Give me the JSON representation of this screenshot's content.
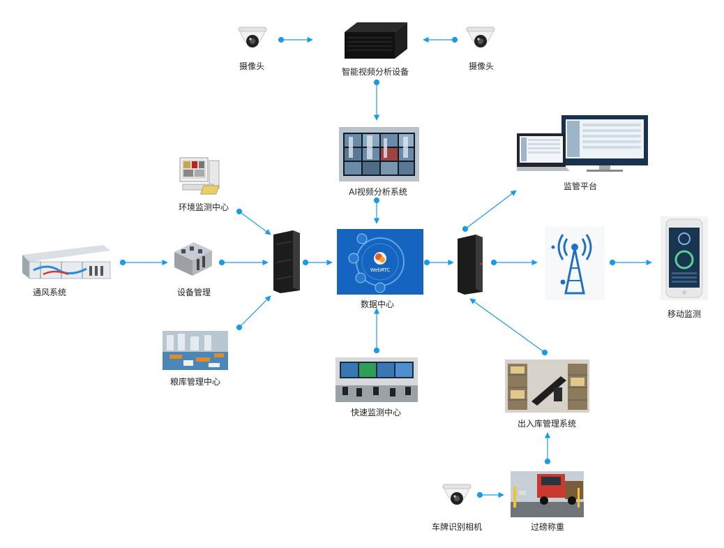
{
  "nodes": {
    "camera_left": "摄像头",
    "video_device": "智能视频分析设备",
    "camera_right": "摄像头",
    "ai_system": "AI视频分析系统",
    "env_center": "环境监测中心",
    "ventilation": "通风系统",
    "equipment": "设备管理",
    "grain_center": "粮库管理中心",
    "data_center": "数据中心",
    "webrtc_logo": "WebRTC",
    "fast_center": "快速监测中心",
    "platform": "监管平台",
    "mobile": "移动监测",
    "inout": "出入库管理系统",
    "plate_camera": "车牌识别相机",
    "weighing": "过磅称重"
  },
  "colors": {
    "arrow": "#1a9be6",
    "screen": "#1565c0"
  }
}
